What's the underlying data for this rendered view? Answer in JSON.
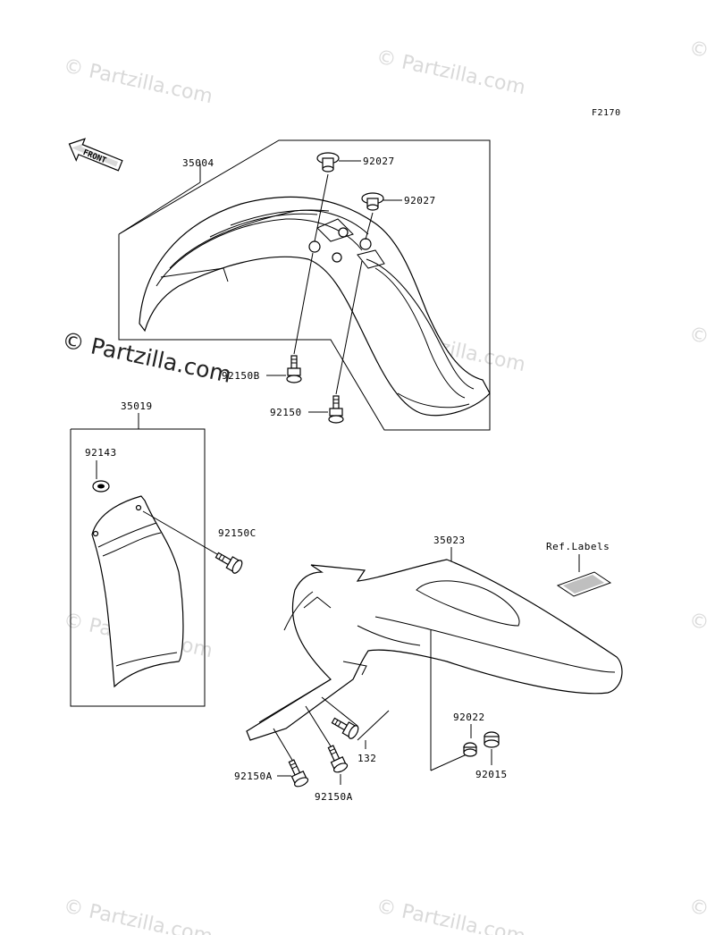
{
  "diagram_code": "F2170",
  "front_arrow": "FRONT",
  "watermark": "© Partzilla.com",
  "ref_labels": "Ref.Labels",
  "labels": {
    "front_fender": "35004",
    "plug_top": "92027",
    "plug_right": "92027",
    "bolt_92150b": "92150B",
    "bolt_92150": "92150",
    "fork_guard": "35019",
    "grommet_92143": "92143",
    "bolt_92150c": "92150C",
    "rear_fender": "35023",
    "bolt_132": "132",
    "bolt_92150a_left": "92150A",
    "bolt_92150a_right": "92150A",
    "washer_92022": "92022",
    "nut_92015": "92015"
  }
}
